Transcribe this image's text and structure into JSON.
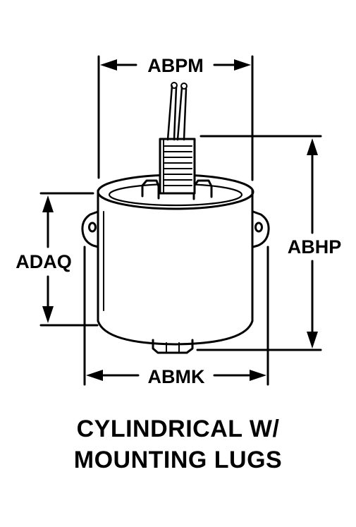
{
  "dimensions": {
    "top_width": "ABPM",
    "overall_height": "ABHP",
    "body_height": "ADAQ",
    "lug_width": "ABMK"
  },
  "caption": {
    "line1": "CYLINDRICAL W/",
    "line2": "MOUNTING LUGS"
  }
}
